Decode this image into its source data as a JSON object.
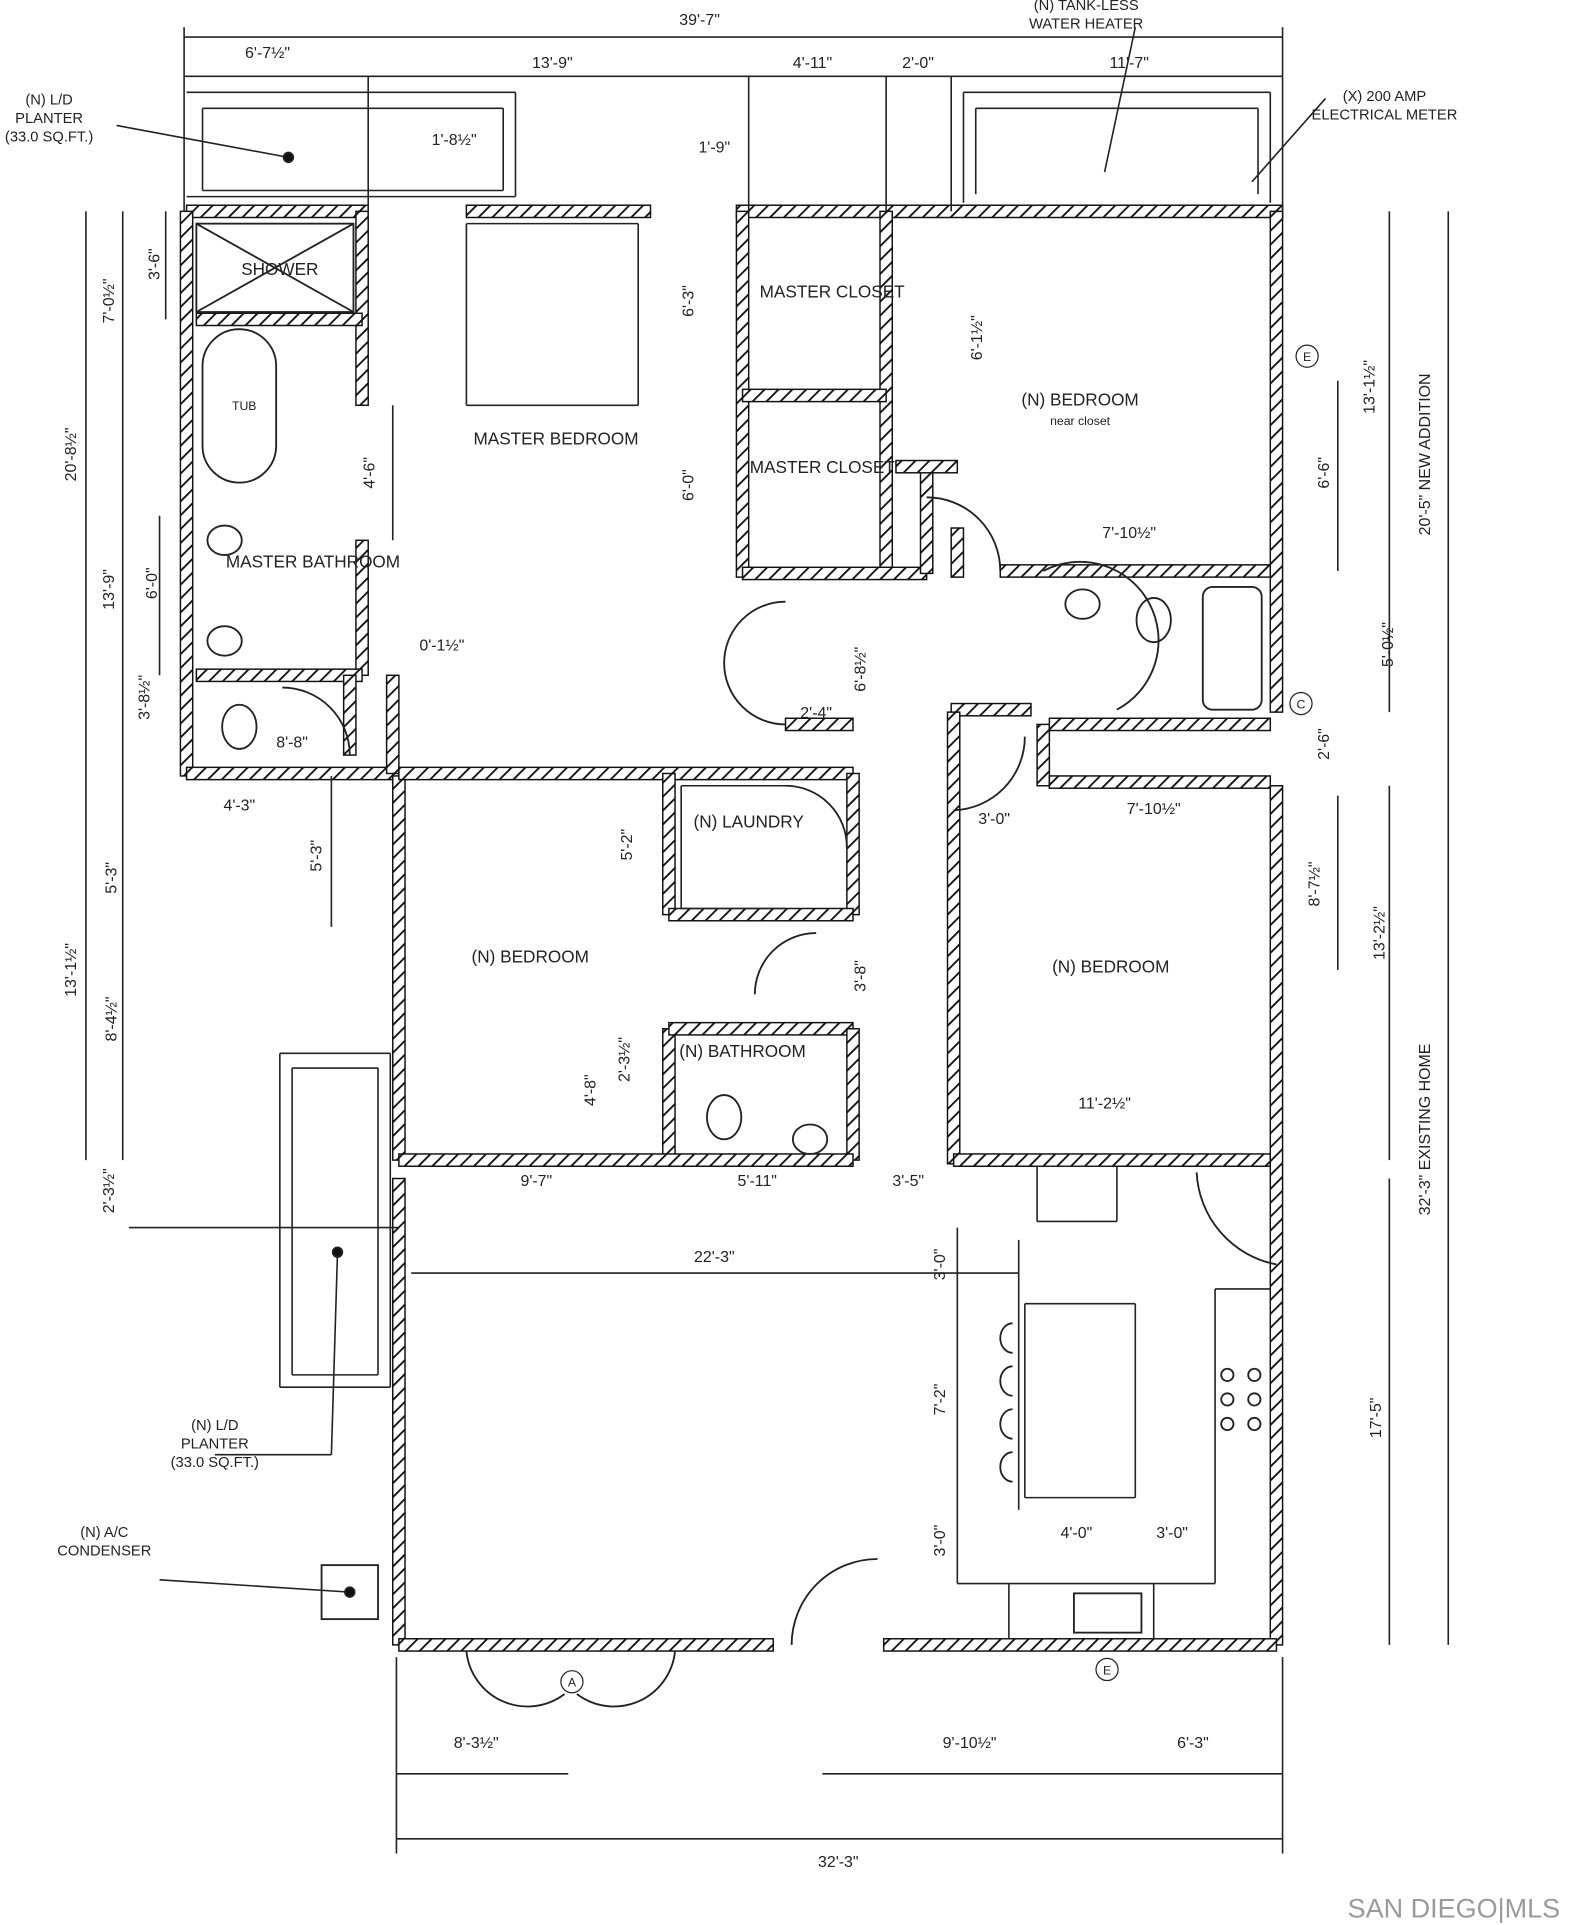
{
  "rooms": [
    "SHOWER",
    "MASTER BEDROOM",
    "MASTER BATHROOM",
    "MASTER CLOSET",
    "MASTER CLOSET",
    "(N) BEDROOM",
    "near closet",
    "(N) LAUNDRY",
    "(N) BEDROOM",
    "(N) BATHROOM",
    "(N) BEDROOM",
    "TUB"
  ],
  "dimensions": [
    "39'-7\"",
    "6'-7½\"",
    "13'-9\"",
    "4'-11\"",
    "2'-0\"",
    "11'-7\"",
    "1'-8½\"",
    "1'-9\"",
    "7'-0½\"",
    "3'-6\"",
    "20'-8½\"",
    "13'-9\"",
    "6'-0\"",
    "3'-8½\"",
    "4'-6\"",
    "0'-1½\"",
    "8'-8\"",
    "4'-3\"",
    "5'-3\"",
    "5'-3\"",
    "13'-1½\"",
    "8'-4½\"",
    "2'-3½\"",
    "6'-3\"",
    "6'-0\"",
    "2'-4\"",
    "6'-8½\"",
    "6'-1½\"",
    "7'-10½\"",
    "13'-1½\"",
    "6'-6\"",
    "5'-0½\"",
    "2'-6\"",
    "3'-0\"",
    "7'-10½\"",
    "8'-7½\"",
    "13'-2½\"",
    "11'-2½\"",
    "17'-5\"",
    "5'-2\"",
    "3'-8\"",
    "2'-3½\"",
    "4'-8\"",
    "9'-7\"",
    "5'-11\"",
    "3'-5\"",
    "22'-3\"",
    "3'-0\"",
    "7'-2\"",
    "4'-0\"",
    "3'-0\"",
    "3'-0\"",
    "8'-3½\"",
    "9'-10½\"",
    "6'-3\"",
    "32'-3\""
  ],
  "section_labels": [
    "20'-5\" NEW ADDITION",
    "32'-3\" EXISTING HOME"
  ],
  "annotations": {
    "planter_top": [
      "(N) L/D",
      "PLANTER",
      "(33.0 SQ.FT.)"
    ],
    "water_heater": [
      "(N) TANK-LESS",
      "WATER HEATER"
    ],
    "meter": [
      "(X) 200 AMP",
      "ELECTRICAL METER"
    ],
    "planter_bottom": [
      "(N) L/D",
      "PLANTER",
      "(33.0 SQ.FT.)"
    ],
    "condenser": [
      "(N) A/C",
      "CONDENSER"
    ]
  },
  "markers": [
    "E",
    "C",
    "A",
    "E"
  ],
  "watermark": "SAN DIEGO|MLS"
}
